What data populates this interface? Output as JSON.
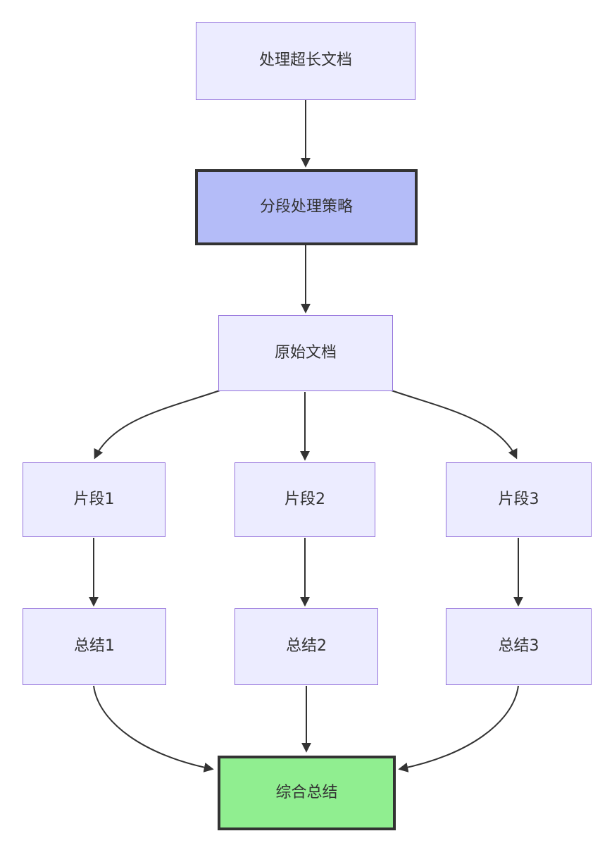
{
  "diagram": {
    "type": "flowchart",
    "direction": "top-down",
    "nodes": [
      {
        "id": "A",
        "label": "处理超长文档",
        "style": "default"
      },
      {
        "id": "B",
        "label": "分段处理策略",
        "style": "highlight-purple"
      },
      {
        "id": "C",
        "label": "原始文档",
        "style": "default"
      },
      {
        "id": "D1",
        "label": "片段1",
        "style": "default"
      },
      {
        "id": "D2",
        "label": "片段2",
        "style": "default"
      },
      {
        "id": "D3",
        "label": "片段3",
        "style": "default"
      },
      {
        "id": "E1",
        "label": "总结1",
        "style": "default"
      },
      {
        "id": "E2",
        "label": "总结2",
        "style": "default"
      },
      {
        "id": "E3",
        "label": "总结3",
        "style": "default"
      },
      {
        "id": "F",
        "label": "综合总结",
        "style": "highlight-green"
      }
    ],
    "edges": [
      {
        "from": "A",
        "to": "B"
      },
      {
        "from": "B",
        "to": "C"
      },
      {
        "from": "C",
        "to": "D1"
      },
      {
        "from": "C",
        "to": "D2"
      },
      {
        "from": "C",
        "to": "D3"
      },
      {
        "from": "D1",
        "to": "E1"
      },
      {
        "from": "D2",
        "to": "E2"
      },
      {
        "from": "D3",
        "to": "E3"
      },
      {
        "from": "E1",
        "to": "F"
      },
      {
        "from": "E2",
        "to": "F"
      },
      {
        "from": "E3",
        "to": "F"
      }
    ],
    "colors": {
      "node-fill": "#ECECFF",
      "node-border": "#9370DB",
      "highlight-purple-fill": "#B4BCF8",
      "highlight-green-fill": "#90EE90",
      "highlight-border": "#333333",
      "edge-color": "#333333",
      "text-color": "#333333",
      "background": "#FFFFFF"
    }
  }
}
